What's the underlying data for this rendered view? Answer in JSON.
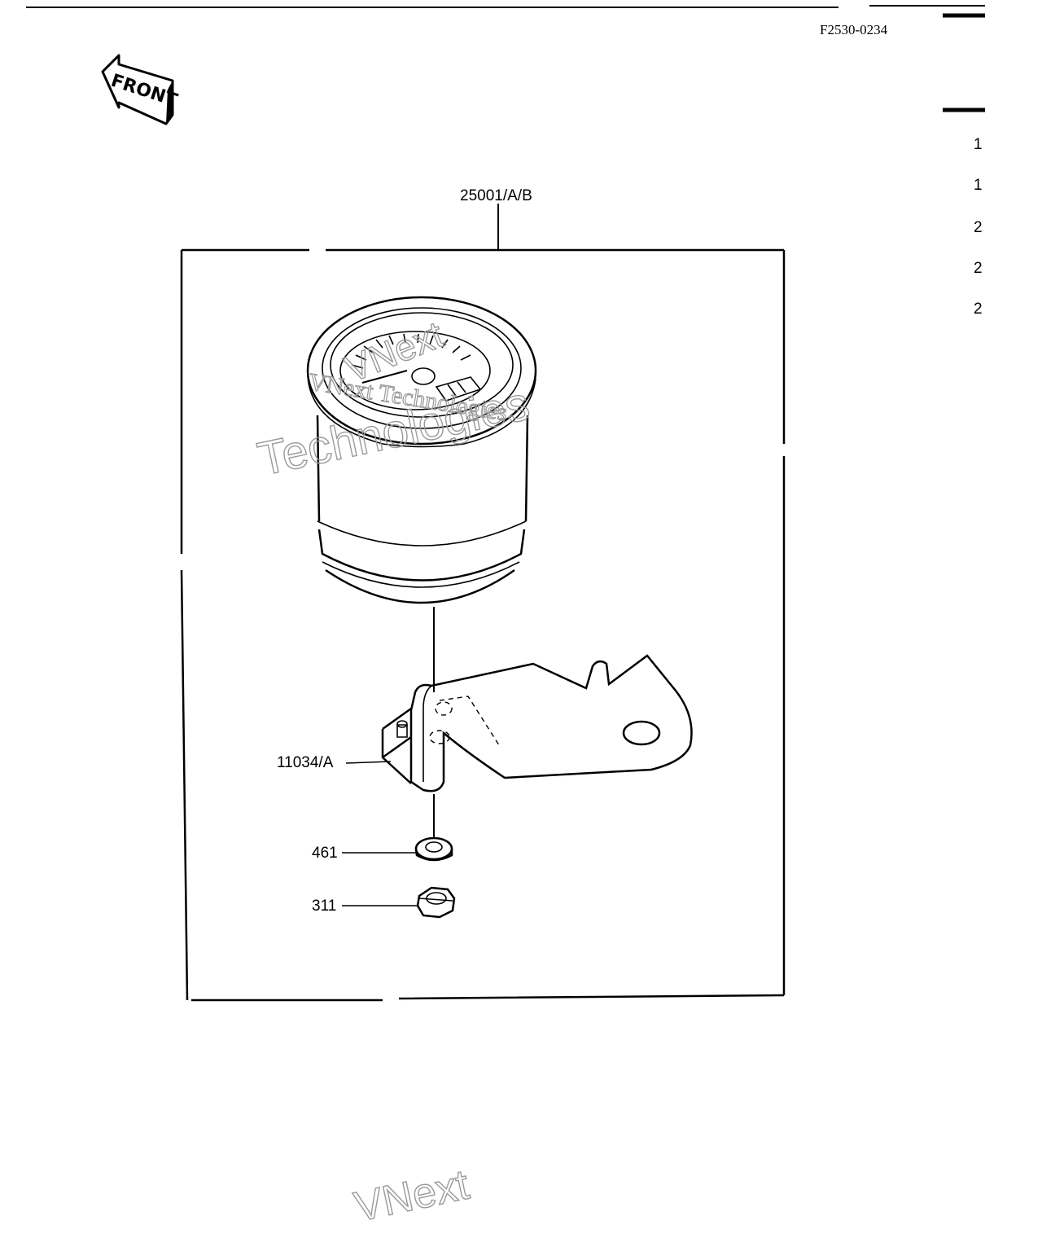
{
  "header": {
    "ref_code": "F2530-0234"
  },
  "front_arrow": {
    "label": "FRONT",
    "icon": "front-arrow-icon"
  },
  "callouts": {
    "meter_assembly": "25001/A/B",
    "bracket": "11034/A",
    "washer": "461",
    "nut": "311"
  },
  "side_index": [
    "1",
    "1",
    "2",
    "2",
    "2"
  ],
  "watermark": {
    "line1": "VNext Technologies",
    "line2": "VNext",
    "line3": "Technologies",
    "line4": "VNext"
  }
}
